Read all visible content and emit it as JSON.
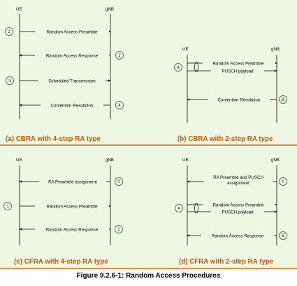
{
  "colors": {
    "accent": "#c0580c",
    "background": "#eef6e4",
    "circle": "#2e8b2e",
    "line": "#000000"
  },
  "entity_ue": "UE",
  "entity_gnb": "gNB",
  "panels": [
    {
      "caption": "(a) CBRA with 4-step RA type",
      "messages": [
        {
          "label": "Random Access Preamble",
          "dir": "right"
        },
        {
          "label": "Random Access Response",
          "dir": "left"
        },
        {
          "label": "Scheduled Transmission",
          "dir": "right"
        },
        {
          "label": "Contention Resolution",
          "dir": "left"
        }
      ],
      "step_numbers": [
        "1",
        "2",
        "3",
        "4"
      ]
    },
    {
      "caption": "(b) CBRA with 2-step RA type",
      "messages": [
        {
          "label": "Random Access Preamble",
          "dir": "right"
        },
        {
          "label": "PUSCH payload",
          "dir": "right"
        },
        {
          "label": "Contention Resolution",
          "dir": "left"
        }
      ],
      "step_labels": [
        "A",
        "B"
      ]
    },
    {
      "caption": "(c) CFRA with 4-step RA type",
      "messages": [
        {
          "label": "RA Preamble assignment",
          "dir": "left"
        },
        {
          "label": "Random Access Preamble",
          "dir": "right"
        },
        {
          "label": "Random Access Response",
          "dir": "left"
        }
      ],
      "step_numbers": [
        "0",
        "1",
        "2"
      ]
    },
    {
      "caption": "(d) CFRA with 2-step RA type",
      "messages": [
        {
          "label": "RA Preamble and PUSCH",
          "label_line2": "assignment",
          "dir": "left"
        },
        {
          "label": "Random Access Preamble",
          "dir": "right"
        },
        {
          "label": "PUSCH payload",
          "dir": "right"
        },
        {
          "label": "Random Access Response",
          "dir": "left"
        }
      ],
      "step_labels": [
        "0",
        "A",
        "B"
      ]
    }
  ],
  "figure_caption": "Figure 9.2.6-1: Random Access Procedures"
}
